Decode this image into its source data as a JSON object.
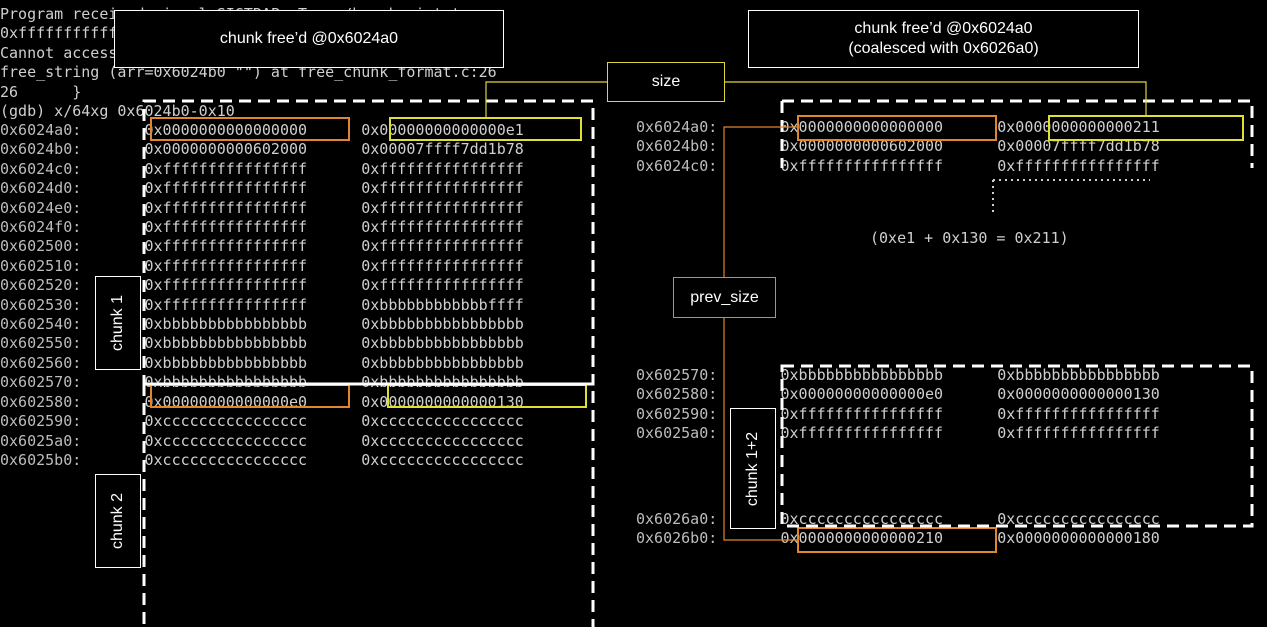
{
  "terminal_header": [
    "Program received signal SIGTRAP, Trace/breakpoint trap.",
    "0xffffffffffffffff in ?? () from libc.so.6 (no-op:",
    "Cannot access memory at address 0xffffffffffffffff",
    "free_string (arr=0x6024b0 \"\") at free_chunk_format.c:26",
    "26      }",
    "(gdb) x/64xg 0x6024b0-0x10"
  ],
  "left_dump": [
    {
      "addr": "0x6024a0:",
      "a": "0x0000000000000000",
      "b": "0x00000000000000e1"
    },
    {
      "addr": "0x6024b0:",
      "a": "0x0000000000602000",
      "b": "0x00007ffff7dd1b78"
    },
    {
      "addr": "0x6024c0:",
      "a": "0xffffffffffffffff",
      "b": "0xffffffffffffffff"
    },
    {
      "addr": "0x6024d0:",
      "a": "0xffffffffffffffff",
      "b": "0xffffffffffffffff"
    },
    {
      "addr": "0x6024e0:",
      "a": "0xffffffffffffffff",
      "b": "0xffffffffffffffff"
    },
    {
      "addr": "0x6024f0:",
      "a": "0xffffffffffffffff",
      "b": "0xffffffffffffffff"
    },
    {
      "addr": "0x602500:",
      "a": "0xffffffffffffffff",
      "b": "0xffffffffffffffff"
    },
    {
      "addr": "0x602510:",
      "a": "0xffffffffffffffff",
      "b": "0xffffffffffffffff"
    },
    {
      "addr": "0x602520:",
      "a": "0xffffffffffffffff",
      "b": "0xffffffffffffffff"
    },
    {
      "addr": "0x602530:",
      "a": "0xffffffffffffffff",
      "b": "0xbbbbbbbbbbbbffff"
    },
    {
      "addr": "0x602540:",
      "a": "0xbbbbbbbbbbbbbbbb",
      "b": "0xbbbbbbbbbbbbbbbb"
    },
    {
      "addr": "0x602550:",
      "a": "0xbbbbbbbbbbbbbbbb",
      "b": "0xbbbbbbbbbbbbbbbb"
    },
    {
      "addr": "0x602560:",
      "a": "0xbbbbbbbbbbbbbbbb",
      "b": "0xbbbbbbbbbbbbbbbb"
    },
    {
      "addr": "0x602570:",
      "a": "0xbbbbbbbbbbbbbbbb",
      "b": "0xbbbbbbbbbbbbbbbb"
    },
    {
      "addr": "0x602580:",
      "a": "0x00000000000000e0",
      "b": "0x0000000000000130"
    },
    {
      "addr": "0x602590:",
      "a": "0xcccccccccccccccc",
      "b": "0xcccccccccccccccc"
    },
    {
      "addr": "0x6025a0:",
      "a": "0xcccccccccccccccc",
      "b": "0xcccccccccccccccc"
    },
    {
      "addr": "0x6025b0:",
      "a": "0xcccccccccccccccc",
      "b": "0xcccccccccccccccc"
    }
  ],
  "right_dump_top": [
    {
      "addr": "0x6024a0:",
      "a": "0x0000000000000000",
      "b": "0x0000000000000211"
    },
    {
      "addr": "0x6024b0:",
      "a": "0x0000000000602000",
      "b": "0x00007ffff7dd1b78"
    },
    {
      "addr": "0x6024c0:",
      "a": "0xffffffffffffffff",
      "b": "0xffffffffffffffff"
    }
  ],
  "right_dump_mid": [
    {
      "addr": "0x602570:",
      "a": "0xbbbbbbbbbbbbbbbb",
      "b": "0xbbbbbbbbbbbbbbbb"
    },
    {
      "addr": "0x602580:",
      "a": "0x00000000000000e0",
      "b": "0x0000000000000130"
    },
    {
      "addr": "0x602590:",
      "a": "0xffffffffffffffff",
      "b": "0xffffffffffffffff"
    },
    {
      "addr": "0x6025a0:",
      "a": "0xffffffffffffffff",
      "b": "0xffffffffffffffff"
    }
  ],
  "right_dump_bottom": [
    {
      "addr": "0x6026a0:",
      "a": "0xcccccccccccccccc",
      "b": "0xcccccccccccccccc"
    },
    {
      "addr": "0x6026b0:",
      "a": "0x0000000000000210",
      "b": "0x0000000000000180"
    }
  ],
  "labels": {
    "left_title": "chunk  free’d @0x6024a0",
    "right_title_line1": "chunk  free’d @0x6024a0",
    "right_title_line2": "(coalesced with 0x6026a0)",
    "size": "size",
    "prev_size": "prev_size",
    "chunk1": "chunk 1",
    "chunk2": "chunk 2",
    "chunk12": "chunk 1+2",
    "formula": "(0xe1 + 0x130 = 0x211)"
  },
  "colors": {
    "prev_size_accent": "#e0862c",
    "size_accent": "#e0e033",
    "background": "#000000"
  }
}
